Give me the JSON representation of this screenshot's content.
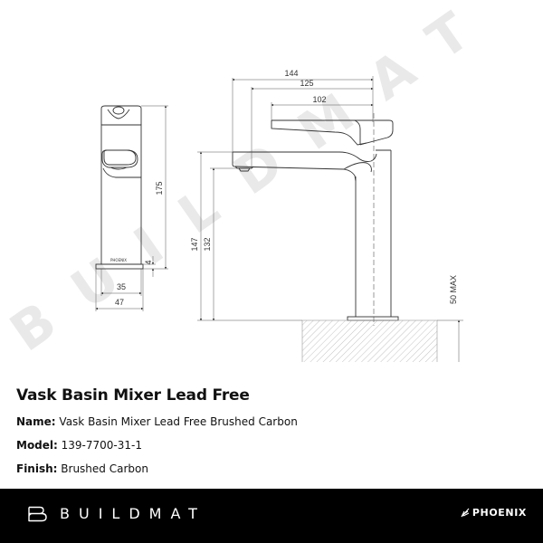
{
  "drawing": {
    "watermark": "BUILDMAT",
    "front_view": {
      "dimensions": {
        "height_total": "175",
        "base_height": "4",
        "body_width": "35",
        "base_width": "47"
      },
      "body_label": "PHOENIX"
    },
    "side_view": {
      "dimensions": {
        "reach_total": "144",
        "reach_aerator": "125",
        "lever_length": "102",
        "spout_height": "147",
        "outlet_height": "132",
        "bench_thickness": "50 MAX"
      }
    }
  },
  "product": {
    "title": "Vask Basin Mixer Lead Free",
    "specs": [
      {
        "label": "Name:",
        "value": "Vask Basin Mixer Lead Free Brushed Carbon"
      },
      {
        "label": "Model:",
        "value": "139-7700-31-1"
      },
      {
        "label": "Finish:",
        "value": "Brushed Carbon"
      }
    ]
  },
  "footer": {
    "brand": "BUILDMAT",
    "partner": "PHOENIX",
    "background": "#000000",
    "text_color": "#ffffff"
  }
}
